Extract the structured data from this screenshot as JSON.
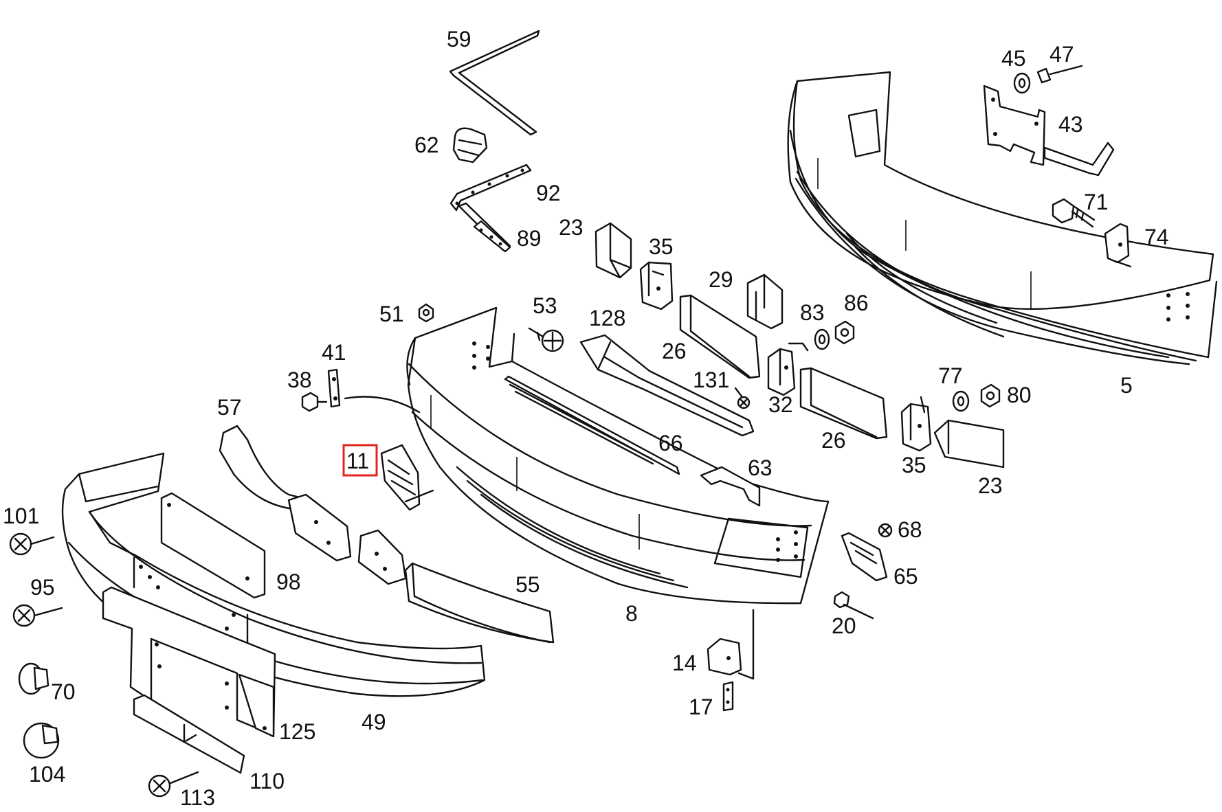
{
  "diagram": {
    "highlighted_part": "11",
    "highlight_color": "#e3241b",
    "labels": {
      "p59": "59",
      "p62": "62",
      "p92": "92",
      "p89": "89",
      "p23a": "23",
      "p35a": "35",
      "p29": "29",
      "p45": "45",
      "p47": "47",
      "p43": "43",
      "p71": "71",
      "p74": "74",
      "p51": "51",
      "p53": "53",
      "p128": "128",
      "p83": "83",
      "p86": "86",
      "p41": "41",
      "p38": "38",
      "p26a": "26",
      "p131": "131",
      "p32": "32",
      "p5": "5",
      "p57": "57",
      "p77": "77",
      "p80": "80",
      "p11": "11",
      "p66": "66",
      "p26b": "26",
      "p63": "63",
      "p35b": "35",
      "p23b": "23",
      "p101": "101",
      "p68": "68",
      "p98": "98",
      "p55": "55",
      "p65": "65",
      "p95": "95",
      "p8": "8",
      "p20": "20",
      "p14": "14",
      "p70": "70",
      "p17": "17",
      "p49": "49",
      "p125": "125",
      "p104": "104",
      "p110": "110",
      "p113": "113"
    }
  }
}
